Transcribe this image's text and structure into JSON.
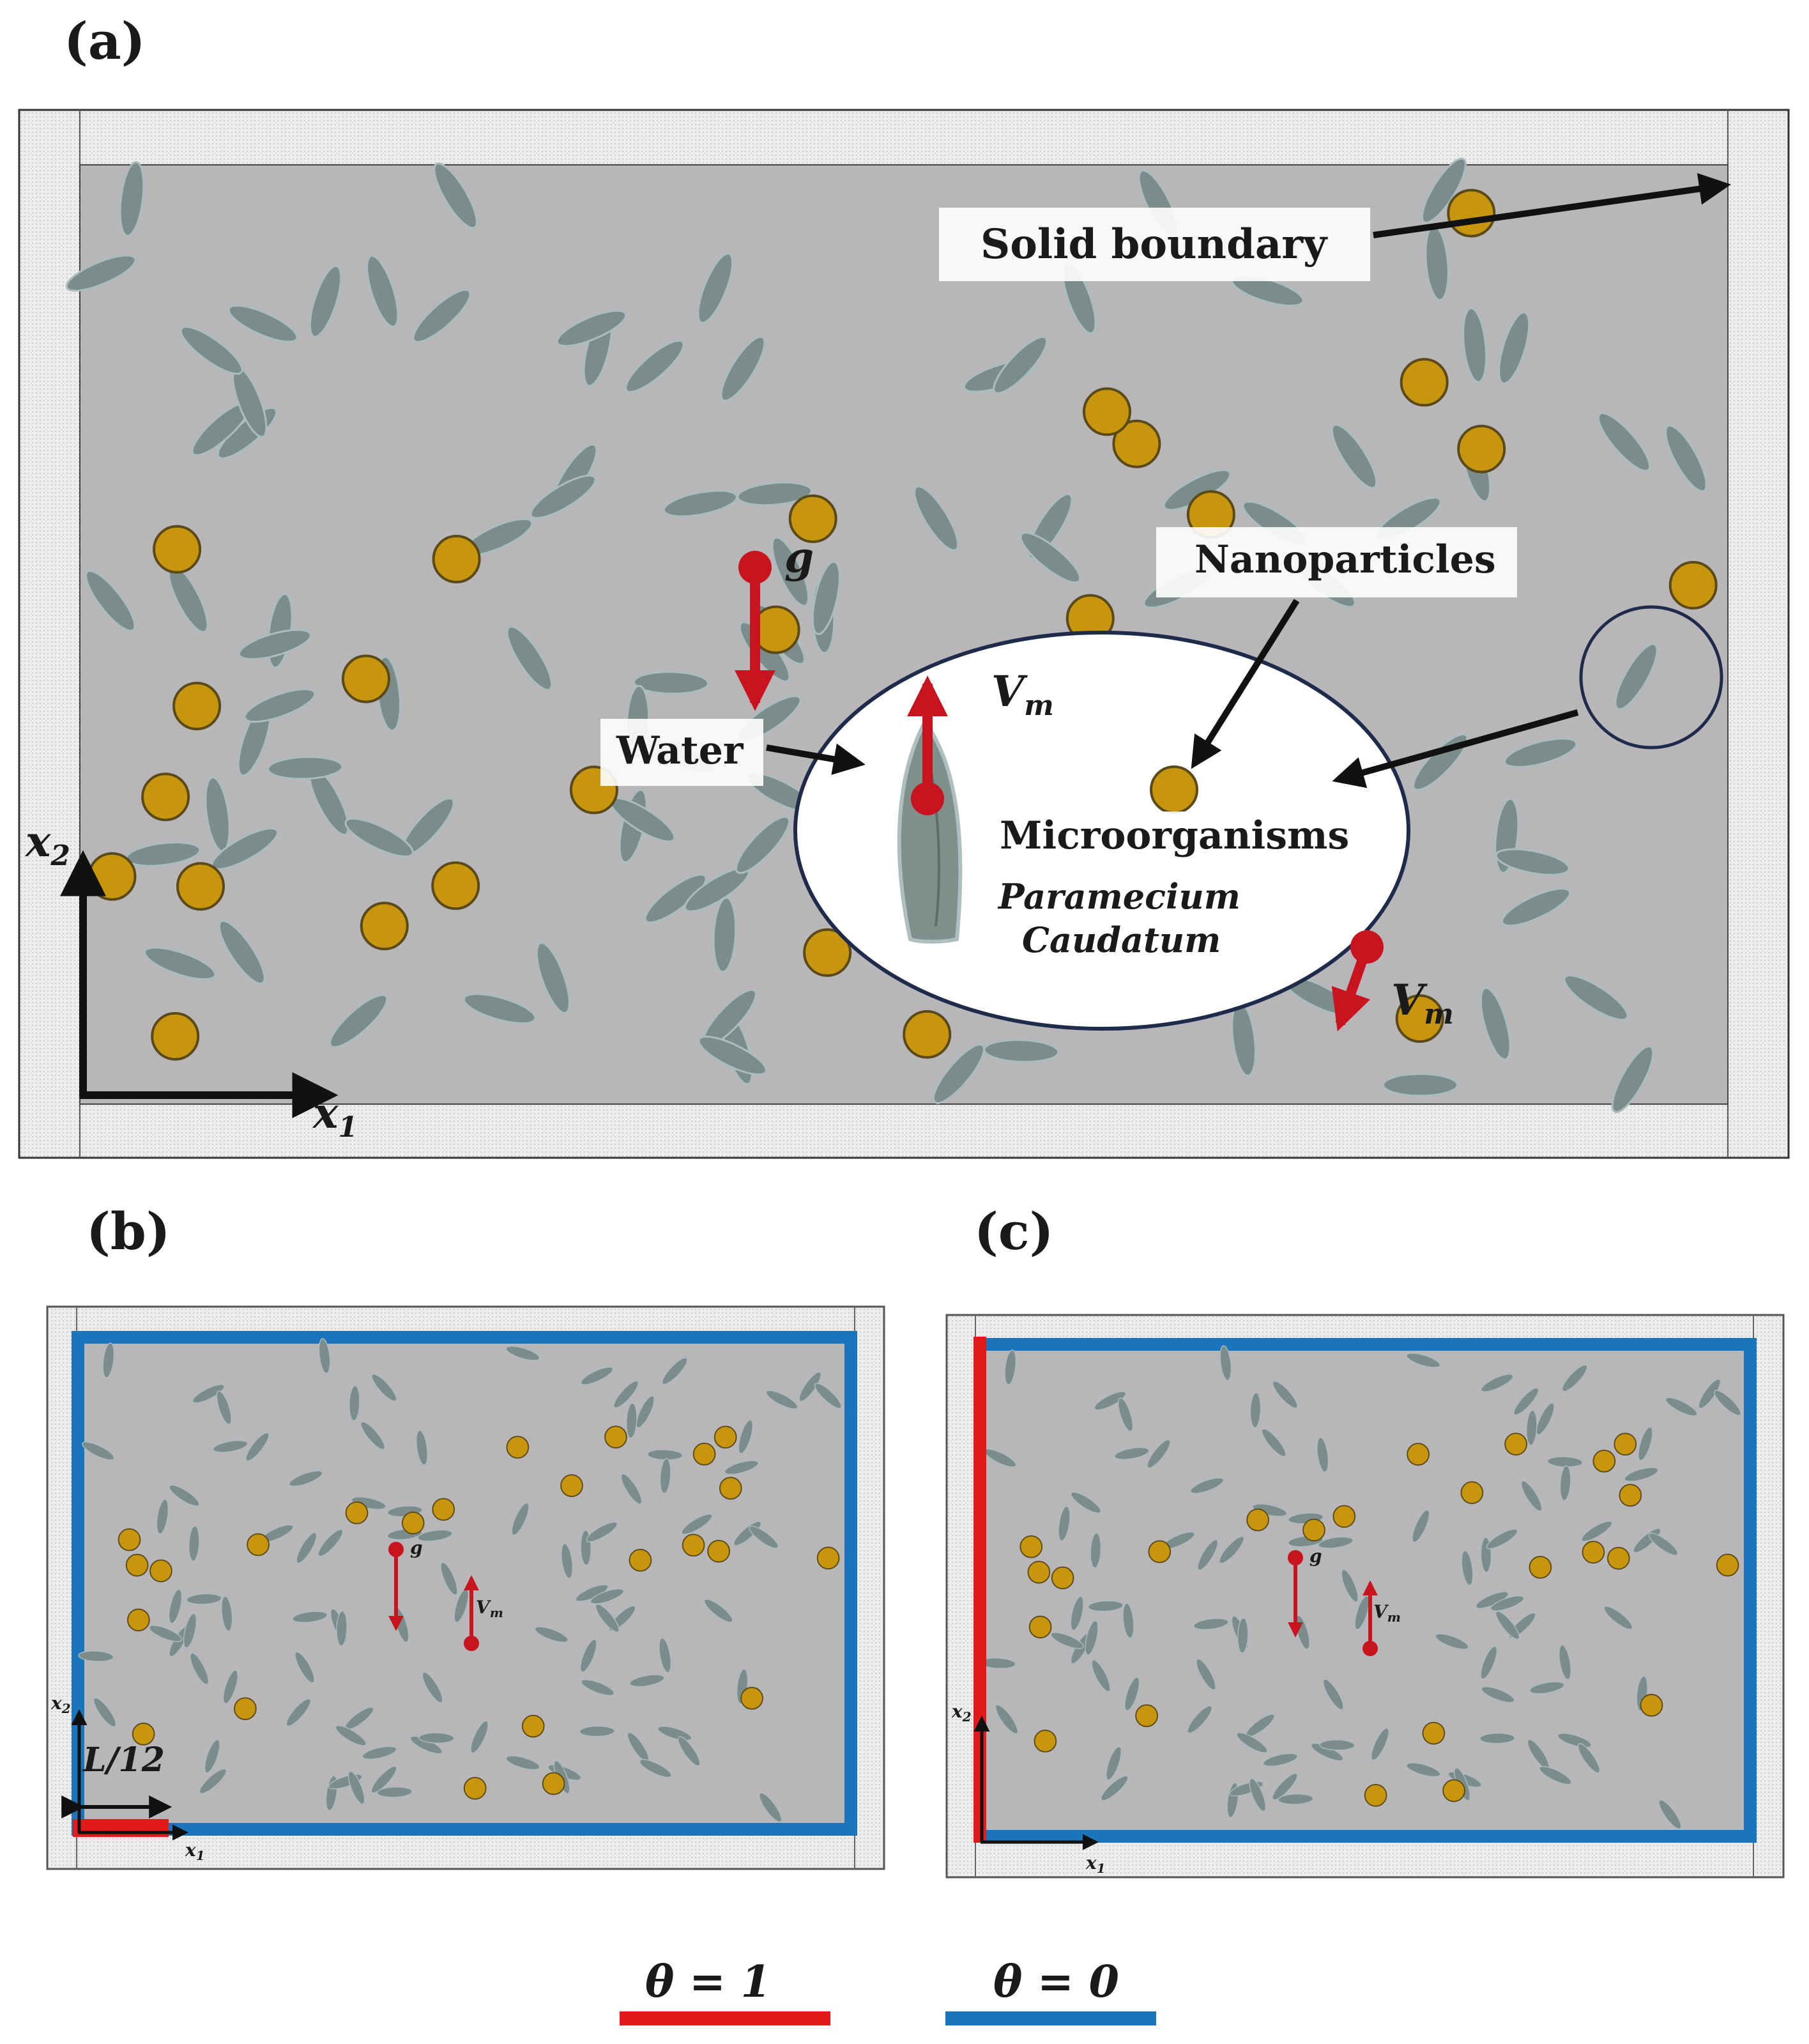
{
  "panels": {
    "a": {
      "tag": "(a)"
    },
    "b": {
      "tag": "(b)"
    },
    "c": {
      "tag": "(c)"
    }
  },
  "labels": {
    "solid_boundary": "Solid boundary",
    "nanoparticles": "Nanoparticles",
    "water": "Water",
    "microorganisms": "Microorganisms",
    "species_line1": "Paramecium",
    "species_line2": "Caudatum",
    "gravity": "g",
    "velocity": "V",
    "velocity_sub": "m",
    "x1": "x",
    "x1_sub": "1",
    "x2": "x",
    "x2_sub": "2",
    "heated_length": "L/12"
  },
  "legend": {
    "hot": {
      "label": "θ = 1",
      "color": "#e31a1c"
    },
    "cold": {
      "label": "θ = 0",
      "color": "#1b75bc"
    }
  },
  "colors": {
    "fluid": "#b8b6b8",
    "wall": "#e6e6e6",
    "nanoparticle": "#c8960c",
    "microorganism": "#7b8c8a",
    "arrow_red": "#c8141e",
    "hot_wall": "#e31a1c",
    "cold_wall": "#1b75bc"
  }
}
